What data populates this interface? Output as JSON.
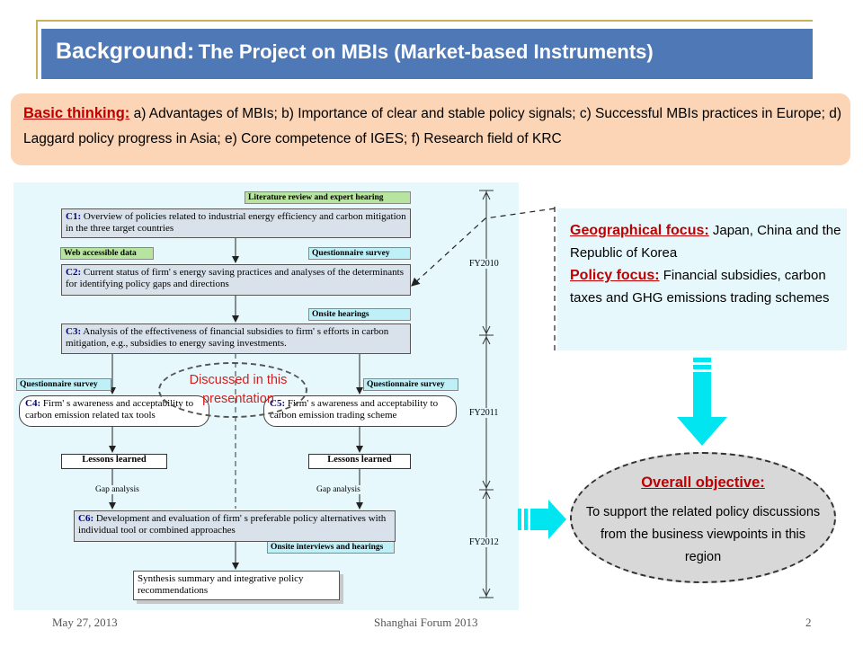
{
  "title": {
    "main": "Background:",
    "sub": "The Project on MBIs (Market-based Instruments)"
  },
  "basic_thinking": {
    "label": "Basic thinking:",
    "text": " a) Advantages of MBIs; b) Importance of clear and stable policy signals; c) Successful MBIs practices in Europe; d) Laggard policy progress in Asia; e) Core competence of IGES; f) Research field of KRC"
  },
  "diagram": {
    "tags": {
      "lit": "Literature review and expert hearing",
      "web": "Web accessible data",
      "quest1": "Questionnaire survey",
      "onsite": "Onsite hearings",
      "quest_left": "Questionnaire survey",
      "quest_right": "Questionnaire survey",
      "onsite2": "Onsite interviews and hearings"
    },
    "c1": {
      "id": "C1:",
      "text": " Overview of policies related to industrial energy efficiency and carbon mitigation  in the three target countries"
    },
    "c2": {
      "id": "C2:",
      "text": " Current status of firm' s energy saving practices and analyses of the determinants for identifying policy gaps and directions"
    },
    "c3": {
      "id": "C3:",
      "text": " Analysis  of the effectiveness of financial subsidies to firm' s efforts in carbon mitigation, e.g., subsidies to energy saving investments."
    },
    "c4": {
      "id": "C4:",
      "text": " Firm' s awareness and acceptability to carbon emission related tax tools"
    },
    "c5": {
      "id": "C5:",
      "text": " Firm' s awareness and acceptability to carbon emission trading scheme"
    },
    "lessons_left": "Lessons learned",
    "lessons_right": "Lessons learned",
    "gap_left": "Gap analysis",
    "gap_right": "Gap analysis",
    "c6": {
      "id": "C6:",
      "text": " Development and evaluation of firm' s preferable policy alternatives with individual tool or combined approaches"
    },
    "synthesis": "Synthesis summary and integrative policy recommendations",
    "fy": [
      "FY2010",
      "FY2011",
      "FY2012"
    ],
    "discussed": "Discussed in this presentation"
  },
  "geo": {
    "geo_label": "Geographical focus:",
    "geo_text": " Japan, China and the Republic of Korea",
    "policy_label": "Policy focus:",
    "policy_text": " Financial subsidies, carbon taxes and GHG emissions trading schemes"
  },
  "objective": {
    "title": "Overall objective:",
    "text": "To support the related policy discussions from the business viewpoints in this region"
  },
  "footer": {
    "date": "May 27, 2013",
    "event": "Shanghai Forum 2013",
    "page": "2"
  },
  "colors": {
    "title_bar": "#4f79b6",
    "accent_red": "#c00000",
    "arrow_cyan": "#00e5f0",
    "basic_bg": "#fbd5b5"
  }
}
